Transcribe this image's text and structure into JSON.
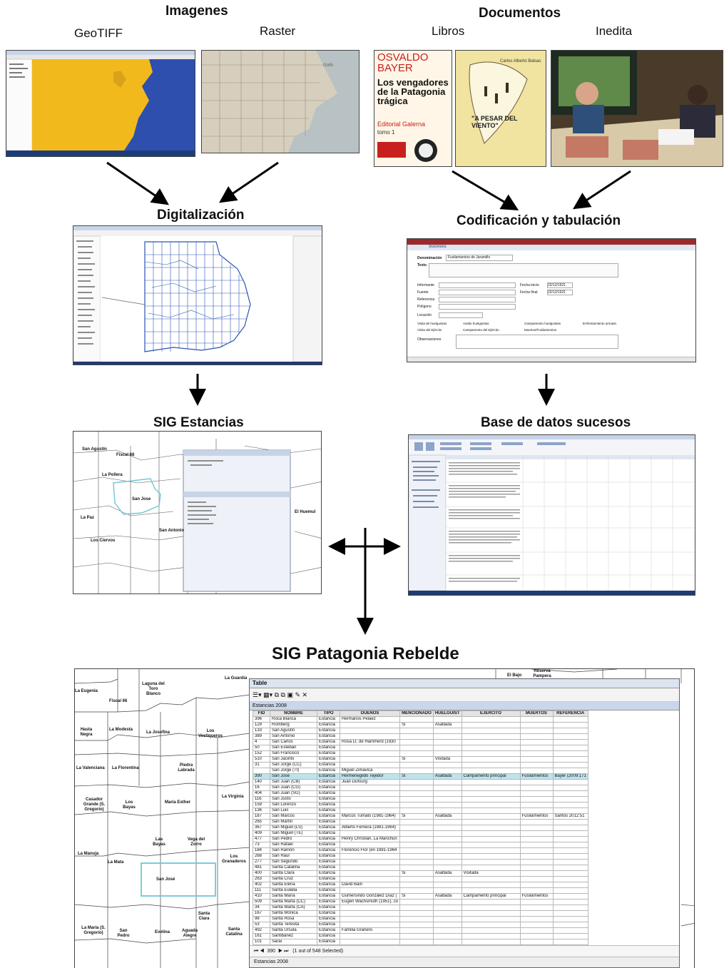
{
  "headings": {
    "imagenes": "Imagenes",
    "documentos": "Documentos",
    "geotiff": "GeoTIFF",
    "raster": "Raster",
    "libros": "Libros",
    "inedita": "Inedita",
    "digitalizacion": "Digitalización",
    "codificacion": "Codificación y tabulación",
    "sig_estancias": "SIG Estancias",
    "base_datos": "Base de datos sucesos",
    "sig_patagonia": "SIG Patagonia Rebelde"
  },
  "books": {
    "book1_author": "OSVALDO BAYER",
    "book1_title": "Los vengadores de la Patagonia trágica",
    "book1_publisher": "Editorial Galerna",
    "book1_volume": "tomo 1",
    "book2_author": "Carlos Alberto Balsas",
    "book2_title": "\"A PESAR DEL VIENTO\""
  },
  "form": {
    "title": "Sucesos",
    "denominacion_label": "Denominación",
    "denominacion_value": "Fusilamientos de Jaramillo",
    "texto_label": "Texto",
    "informante_label": "Informante",
    "fuente_label": "Fuente",
    "referencia_label": "Referencia",
    "poligono_label": "Polígono",
    "locacion_label": "Locación",
    "fecha_inicio_label": "Fecha inicio",
    "fecha_inicio_value": "22/12/1921",
    "fecha_final_label": "Fecha final",
    "fecha_final_value": "22/12/1921",
    "observaciones_label": "Observaciones",
    "checks": [
      "Visita de huelguistas",
      "Asalto huelguistas",
      "Campamento huelguistas",
      "Enfrentamiento armado",
      "Visita del Ejército",
      "Campamento del Ejército",
      "Muertos/Fusilamientos"
    ]
  },
  "table": {
    "window_title": "Table",
    "tab_name": "Estancias 2008",
    "columns": [
      "FID",
      "NOMBRE",
      "TIPO",
      "DUEÑOS",
      "MENCIONADO",
      "HUELGUIST",
      "EJERCITO",
      "MUERTOS",
      "REFERENCIA"
    ],
    "rows": [
      [
        "396",
        "Roca Blanca",
        "Estancia",
        "Hermanos Peláez",
        "",
        "",
        "",
        "",
        ""
      ],
      [
        "129",
        "Romberg",
        "Estancia",
        "",
        "Si",
        "Asaltada",
        "",
        "",
        ""
      ],
      [
        "133",
        "San Agustín",
        "Estancia",
        "",
        "",
        "",
        "",
        "",
        ""
      ],
      [
        "389",
        "San Antonio",
        "Estancia",
        "",
        "",
        "",
        "",
        "",
        ""
      ],
      [
        "4",
        "San Carlos",
        "Estancia",
        "Rosa Lt. de Hammerd (1930",
        "",
        "",
        "",
        "",
        ""
      ],
      [
        "50",
        "San Esteban",
        "Estancia",
        "",
        "",
        "",
        "",
        "",
        ""
      ],
      [
        "152",
        "San Francisco",
        "Estancia",
        "",
        "",
        "",
        "",
        "",
        ""
      ],
      [
        "510",
        "San Jacinto",
        "Estancia",
        "",
        "Si",
        "Visitada",
        "",
        "",
        ""
      ],
      [
        "31",
        "San Jorge (CC)",
        "Estancia",
        "",
        "",
        "",
        "",
        "",
        ""
      ],
      [
        "",
        "San Jorge (Tt)",
        "Estancia",
        "Miguel Zimavica",
        "",
        "",
        "",
        "",
        ""
      ],
      [
        "390",
        "San José",
        "Estancia",
        "Hermenegildo Tejedor",
        "Si",
        "Asaltada",
        "Campamento principal",
        "Fusilamientos",
        "Bayer (2009:171"
      ],
      [
        "140",
        "San Juan (CB)",
        "Estancia",
        "Juan Dufourg",
        "",
        "",
        "",
        "",
        ""
      ],
      [
        "16",
        "San Juan (CG)",
        "Estancia",
        "",
        "",
        "",
        "",
        "",
        ""
      ],
      [
        "404",
        "San Juan (SG)",
        "Estancia",
        "",
        "",
        "",
        "",
        "",
        ""
      ],
      [
        "116",
        "San Justo",
        "Estancia",
        "",
        "",
        "",
        "",
        "",
        ""
      ],
      [
        "159",
        "San Lorenzo",
        "Estancia",
        "",
        "",
        "",
        "",
        "",
        ""
      ],
      [
        "136",
        "San Luis",
        "Estancia",
        "",
        "",
        "",
        "",
        "",
        ""
      ],
      [
        "187",
        "San Marcos",
        "Estancia",
        "Marcos Tumato (1981-1964)",
        "Si",
        "Asaltada",
        "",
        "Fusilamientos",
        "Santos 2012:51"
      ],
      [
        "265",
        "San Martín",
        "Estancia",
        "",
        "",
        "",
        "",
        "",
        ""
      ],
      [
        "367",
        "San Miguel (LS)",
        "Estancia",
        "Alberto Ferreira (1981-1964)",
        "",
        "",
        "",
        "",
        ""
      ],
      [
        "409",
        "San Miguel (TE)",
        "Estancia",
        "",
        "",
        "",
        "",
        "",
        ""
      ],
      [
        "477",
        "San Pedro",
        "Estancia",
        "Henry Christian, La Manchuri",
        "",
        "",
        "",
        "",
        ""
      ],
      [
        "73",
        "San Rafael",
        "Estancia",
        "",
        "",
        "",
        "",
        "",
        ""
      ],
      [
        "184",
        "San Ramón",
        "Estancia",
        "Florencio Flor (en 1981-1964",
        "",
        "",
        "",
        "",
        ""
      ],
      [
        "268",
        "San Raul",
        "Estancia",
        "",
        "",
        "",
        "",
        "",
        ""
      ],
      [
        "277",
        "San Segundo",
        "Estancia",
        "",
        "",
        "",
        "",
        "",
        ""
      ],
      [
        "481",
        "Santa Catalina",
        "Estancia",
        "",
        "",
        "",
        "",
        "",
        ""
      ],
      [
        "400",
        "Santa Clara",
        "Estancia",
        "",
        "Si",
        "Asaltada",
        "Visitada",
        "",
        ""
      ],
      [
        "263",
        "Santa Cruz",
        "Estancia",
        "",
        "",
        "",
        "",
        "",
        ""
      ],
      [
        "402",
        "Santa Elena",
        "Estancia",
        "David Bain",
        "",
        "",
        "",
        "",
        ""
      ],
      [
        "111",
        "Santa Eulalia",
        "Estancia",
        "",
        "",
        "",
        "",
        "",
        ""
      ],
      [
        "410",
        "Santa María",
        "Estancia",
        "Gumersindo González Díaz (",
        "Si",
        "Asaltada",
        "Campamento principal",
        "Fusilamientos",
        ""
      ],
      [
        "509",
        "Santa Marta (CC)",
        "Estancia",
        "Eugen Wachsmuth (1951), co",
        "",
        "",
        "",
        "",
        ""
      ],
      [
        "34",
        "Santa Marta (CA)",
        "Estancia",
        "",
        "",
        "",
        "",
        "",
        ""
      ],
      [
        "167",
        "Santa Mónica",
        "Estancia",
        "",
        "",
        "",
        "",
        "",
        ""
      ],
      [
        "98",
        "Santa Rosa",
        "Estancia",
        "",
        "",
        "",
        "",
        "",
        ""
      ],
      [
        "53",
        "Santa Teresita",
        "Estancia",
        "",
        "",
        "",
        "",
        "",
        ""
      ],
      [
        "492",
        "Santa Ursula",
        "Estancia",
        "Familia Granero",
        "",
        "",
        "",
        "",
        ""
      ],
      [
        "161",
        "Santibáñez",
        "Estancia",
        "",
        "",
        "",
        "",
        "",
        ""
      ],
      [
        "101",
        "Sarai",
        "Estancia",
        "",
        "",
        "",
        "",
        "",
        ""
      ]
    ],
    "record_number": "390",
    "selection_status": "(1 out of 548 Selected)",
    "bottom_tab": "Estancias 2008"
  },
  "map_labels": {
    "big": [
      "La Eugenia",
      "Laguna del Toro Blanco",
      "La Guardia",
      "Fiscal 66",
      "Hasta Negra",
      "La Modesta",
      "La Josefina",
      "Los Vestiqueros",
      "La Valenciana",
      "La Florentina",
      "Piedra Labrada",
      "Casador Grande (S. Gregorio)",
      "Los Bayas",
      "María Esther",
      "La Virginia",
      "Las Bayas",
      "Vega del Zorro",
      "La Manuja",
      "La Mata",
      "San José",
      "Los Granaderos",
      "La María (S. Gregorio)",
      "San Pedro",
      "Evelina",
      "Aguada Alegre",
      "Santa Clara",
      "Santa Catalina",
      "El Bajo",
      "Reserva Pampera"
    ],
    "small": [
      "San Agustín",
      "Fiscal 68",
      "La Pollera",
      "San Jose",
      "La Paz",
      "Los Ciervos",
      "San Antonio",
      "El Huemul"
    ]
  },
  "colors": {
    "gold": "#f2b91c",
    "ocean": "#2e4fae",
    "map_line": "#2a55b5",
    "highlight": "#6fc7d6"
  }
}
